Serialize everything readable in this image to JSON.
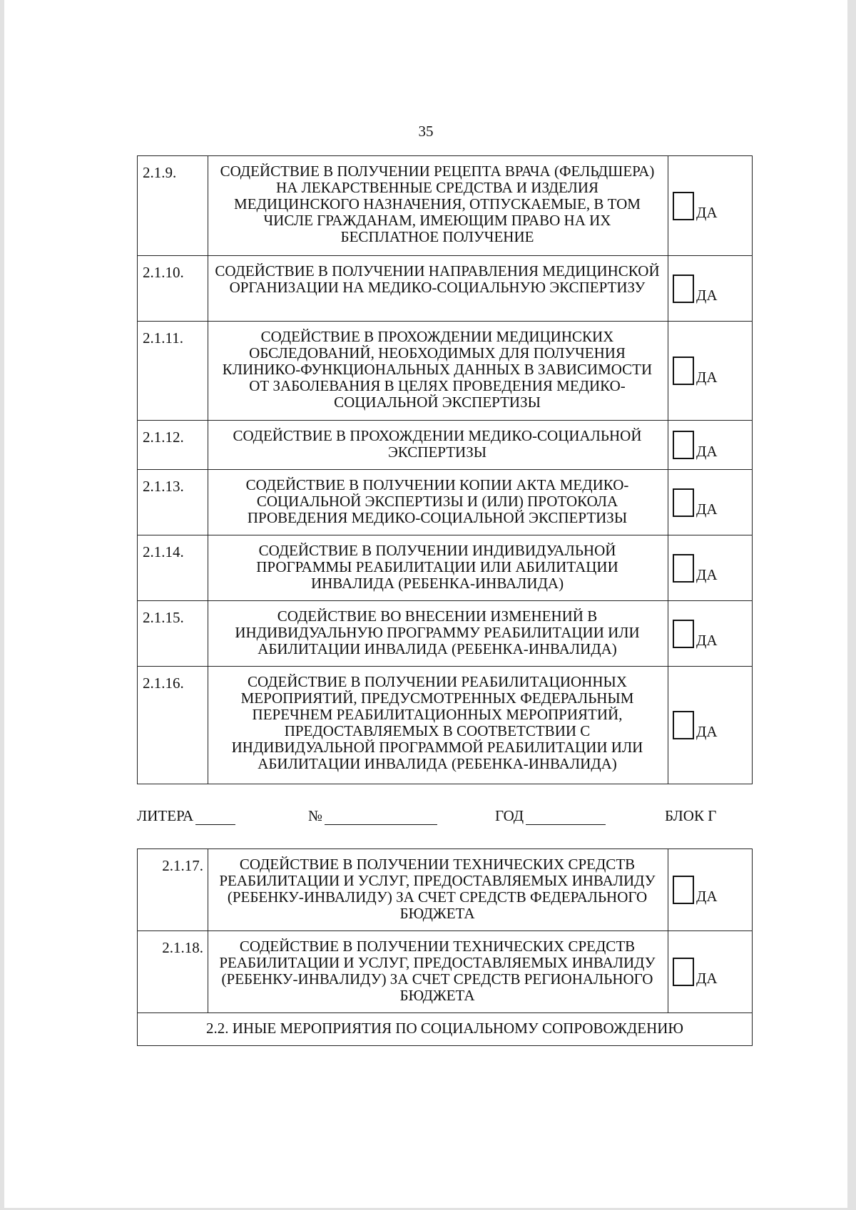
{
  "page_number": "35",
  "yes_label": "ДА",
  "rows_part1": [
    {
      "num": "2.1.9.",
      "text": "СОДЕЙСТВИЕ В ПОЛУЧЕНИИ РЕЦЕПТА ВРАЧА (ФЕЛЬДШЕРА) НА ЛЕКАРСТВЕННЫЕ СРЕДСТВА И ИЗДЕЛИЯ МЕДИЦИНСКОГО НАЗНАЧЕНИЯ, ОТПУСКАЕМЫЕ, В ТОМ ЧИСЛЕ ГРАЖДАНАМ, ИМЕЮЩИМ ПРАВО НА ИХ БЕСПЛАТНОЕ ПОЛУЧЕНИЕ"
    },
    {
      "num": "2.1.10.",
      "text": "СОДЕЙСТВИЕ В ПОЛУЧЕНИИ НАПРАВЛЕНИЯ МЕДИЦИНСКОЙ ОРГАНИЗАЦИИ НА МЕДИКО-СОЦИАЛЬНУЮ ЭКСПЕРТИЗУ"
    },
    {
      "num": "2.1.11.",
      "text": "СОДЕЙСТВИЕ В ПРОХОЖДЕНИИ МЕДИЦИНСКИХ ОБСЛЕДОВАНИЙ, НЕОБХОДИМЫХ ДЛЯ ПОЛУЧЕНИЯ КЛИНИКО-ФУНКЦИОНАЛЬНЫХ ДАННЫХ В ЗАВИСИМОСТИ ОТ ЗАБОЛЕВАНИЯ В ЦЕЛЯХ ПРОВЕДЕНИЯ МЕДИКО-СОЦИАЛЬНОЙ ЭКСПЕРТИЗЫ"
    },
    {
      "num": "2.1.12.",
      "text": "СОДЕЙСТВИЕ В ПРОХОЖДЕНИИ МЕДИКО-СОЦИАЛЬНОЙ ЭКСПЕРТИЗЫ"
    },
    {
      "num": "2.1.13.",
      "text": "СОДЕЙСТВИЕ В ПОЛУЧЕНИИ КОПИИ АКТА МЕДИКО-СОЦИАЛЬНОЙ ЭКСПЕРТИЗЫ И (ИЛИ) ПРОТОКОЛА ПРОВЕДЕНИЯ МЕДИКО-СОЦИАЛЬНОЙ ЭКСПЕРТИЗЫ"
    },
    {
      "num": "2.1.14.",
      "text": "СОДЕЙСТВИЕ В ПОЛУЧЕНИИ ИНДИВИДУАЛЬНОЙ ПРОГРАММЫ РЕАБИЛИТАЦИИ ИЛИ АБИЛИТАЦИИ ИНВАЛИДА (РЕБЕНКА-ИНВАЛИДА)"
    },
    {
      "num": "2.1.15.",
      "text": "СОДЕЙСТВИЕ ВО ВНЕСЕНИИ ИЗМЕНЕНИЙ В ИНДИВИДУАЛЬНУЮ ПРОГРАММУ РЕАБИЛИТАЦИИ ИЛИ АБИЛИТАЦИИ ИНВАЛИДА (РЕБЕНКА-ИНВАЛИДА)"
    },
    {
      "num": "2.1.16.",
      "text": "СОДЕЙСТВИЕ В ПОЛУЧЕНИИ РЕАБИЛИТАЦИОННЫХ МЕРОПРИЯТИЙ, ПРЕДУСМОТРЕННЫХ ФЕДЕРАЛЬНЫМ ПЕРЕЧНЕМ РЕАБИЛИТАЦИОННЫХ МЕРОПРИЯТИЙ, ПРЕДОСТАВЛЯЕМЫХ В СООТВЕТСТВИИ С ИНДИВИДУАЛЬНОЙ ПРОГРАММОЙ РЕАБИЛИТАЦИИ ИЛИ АБИЛИТАЦИИ ИНВАЛИДА (РЕБЕНКА-ИНВАЛИДА)"
    }
  ],
  "header_fields": {
    "litera_label": "ЛИТЕРА",
    "number_label": "№",
    "year_label": "ГОД",
    "block_label": "БЛОК Г"
  },
  "rows_part2": [
    {
      "num": "2.1.17.",
      "text": "СОДЕЙСТВИЕ В ПОЛУЧЕНИИ ТЕХНИЧЕСКИХ СРЕДСТВ РЕАБИЛИТАЦИИ И УСЛУГ, ПРЕДОСТАВЛЯЕМЫХ ИНВАЛИДУ (РЕБЕНКУ-ИНВАЛИДУ) ЗА СЧЕТ СРЕДСТВ ФЕДЕРАЛЬНОГО БЮДЖЕТА"
    },
    {
      "num": "2.1.18.",
      "text": "СОДЕЙСТВИЕ В ПОЛУЧЕНИИ ТЕХНИЧЕСКИХ СРЕДСТВ РЕАБИЛИТАЦИИ И УСЛУГ, ПРЕДОСТАВЛЯЕМЫХ ИНВАЛИДУ (РЕБЕНКУ-ИНВАЛИДУ) ЗА СЧЕТ СРЕДСТВ РЕГИОНАЛЬНОГО БЮДЖЕТА"
    }
  ],
  "section_heading": "2.2. ИНЫЕ МЕРОПРИЯТИЯ ПО СОЦИАЛЬНОМУ СОПРОВОЖДЕНИЮ"
}
